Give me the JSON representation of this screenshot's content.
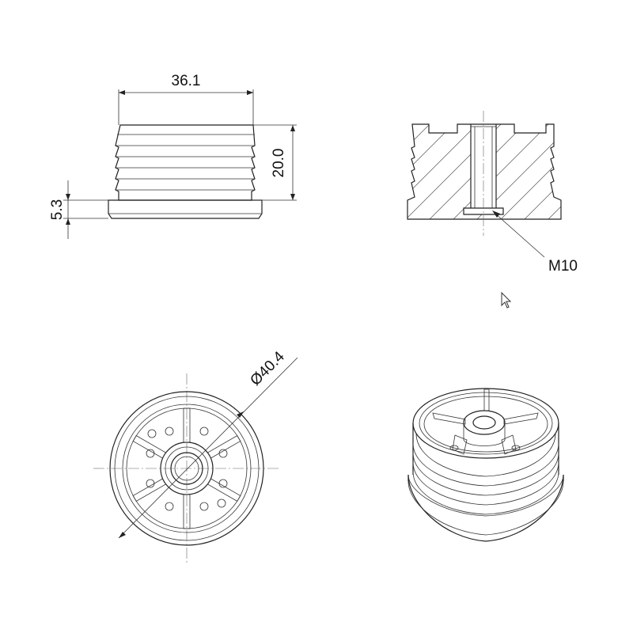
{
  "views": {
    "side": {
      "width_label": "36.1",
      "height_label": "20.0",
      "flange_label": "5.3"
    },
    "section": {
      "thread_label": "M10"
    },
    "top": {
      "diameter_label": "Ø40.4"
    }
  },
  "colors": {
    "line": "#222222",
    "background": "#ffffff"
  },
  "icons": [
    "mouse-pointer-icon"
  ]
}
